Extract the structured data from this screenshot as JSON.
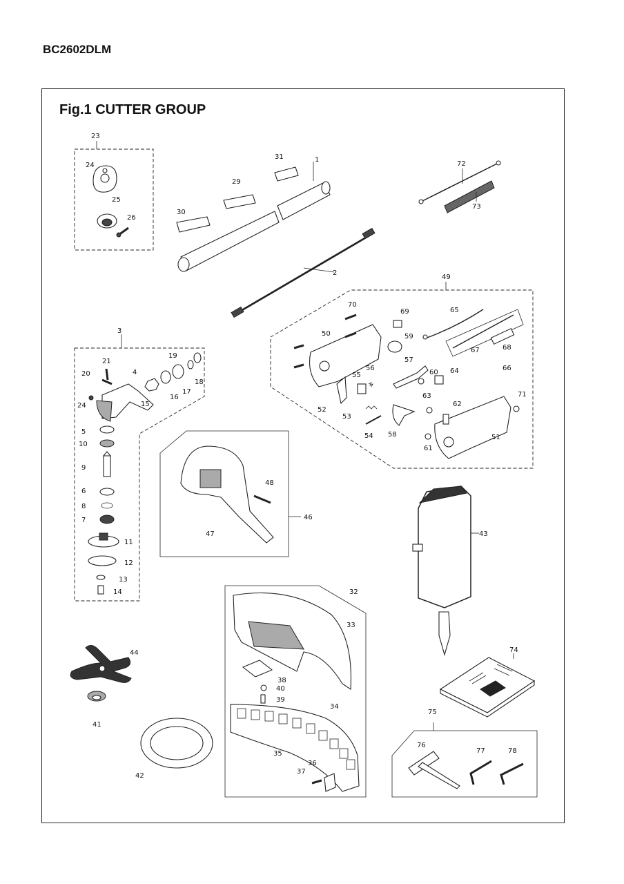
{
  "header": {
    "model": "BC2602DLM"
  },
  "figure": {
    "title": "Fig.1  CUTTER GROUP"
  },
  "callouts": {
    "c1": "1",
    "c2": "2",
    "c3": "3",
    "c4": "4",
    "c5": "5",
    "c6": "6",
    "c7": "7",
    "c8": "8",
    "c9": "9",
    "c10": "10",
    "c11": "11",
    "c12": "12",
    "c13": "13",
    "c14": "14",
    "c15": "15",
    "c16": "16",
    "c17": "17",
    "c18": "18",
    "c19": "19",
    "c20": "20",
    "c21": "21",
    "c23": "23",
    "c24a": "24",
    "c24b": "24",
    "c25": "25",
    "c26": "26",
    "c29": "29",
    "c30": "30",
    "c31": "31",
    "c32": "32",
    "c33": "33",
    "c34": "34",
    "c35": "35",
    "c36": "36",
    "c37": "37",
    "c38": "38",
    "c39": "39",
    "c40": "40",
    "c41": "41",
    "c42": "42",
    "c43": "43",
    "c44": "44",
    "c46": "46",
    "c47": "47",
    "c48": "48",
    "c49": "49",
    "c50": "50",
    "c51": "51",
    "c52": "52",
    "c53": "53",
    "c54": "54",
    "c55": "55",
    "c56": "56",
    "c57": "57",
    "c58": "58",
    "c59": "59",
    "c60": "60",
    "c61": "61",
    "c62": "62",
    "c63": "63",
    "c64": "64",
    "c65": "65",
    "c66": "66",
    "c67": "67",
    "c68": "68",
    "c69": "69",
    "c70": "70",
    "c71": "71",
    "c72": "72",
    "c73": "73",
    "c74": "74",
    "c75": "75",
    "c76": "76",
    "c77": "77",
    "c78": "78"
  }
}
